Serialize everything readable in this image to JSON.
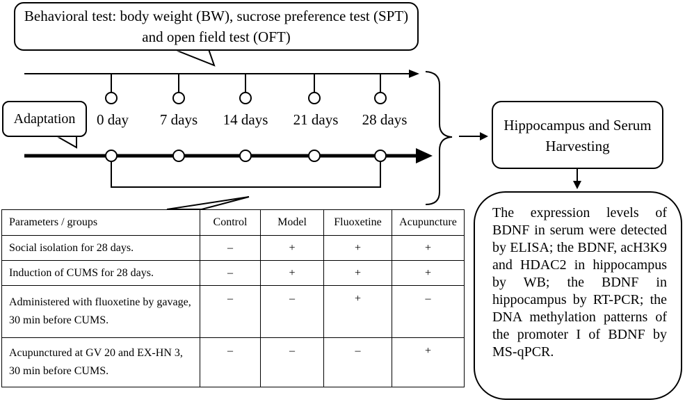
{
  "callouts": {
    "behavioral": "Behavioral test: body weight (BW), sucrose preference test (SPT) and open field test (OFT)",
    "adaptation": "Adaptation"
  },
  "timeline": {
    "days": [
      "0 day",
      "7 days",
      "14 days",
      "21 days",
      "28 days"
    ]
  },
  "harvest": "Hippocampus and Serum Harvesting",
  "results": "The expression levels of BDNF in serum were detected by ELISA; the BDNF, acH3K9 and HDAC2 in hippocampus by WB; the BDNF in hippocampus by RT-PCR; the DNA methylation patterns of the promoter I of BDNF by MS-qPCR.",
  "table": {
    "headers": [
      "Parameters / groups",
      "Control",
      "Model",
      "Fluoxetine",
      "Acupuncture"
    ],
    "rows": [
      {
        "label": "Social isolation for 28 days.",
        "cells": [
          "–",
          "+",
          "+",
          "+"
        ]
      },
      {
        "label": "Induction of CUMS for 28 days.",
        "cells": [
          "–",
          "+",
          "+",
          "+"
        ]
      },
      {
        "label": "Administered with fluoxetine by gavage, 30 min before CUMS.",
        "cells": [
          "–",
          "–",
          "+",
          "–"
        ]
      },
      {
        "label": "Acupunctured at GV 20 and EX-HN 3, 30 min before CUMS.",
        "cells": [
          "–",
          "–",
          "–",
          "+"
        ]
      }
    ]
  }
}
